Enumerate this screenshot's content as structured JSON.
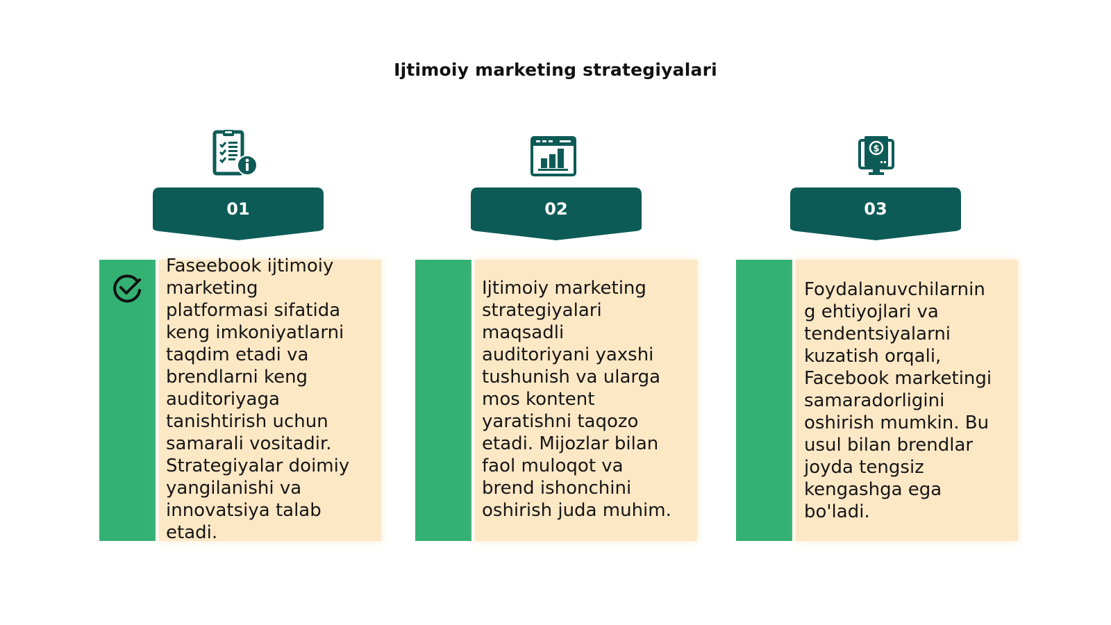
{
  "title": "Ijtimoiy marketing strategiyalari",
  "colors": {
    "badge": "#0d5b57",
    "bar": "#33b173",
    "panel": "#fde8c6",
    "text": "#151515"
  },
  "steps": [
    {
      "number": "01",
      "icon": "clipboard-checklist-info-icon",
      "has_check": true,
      "check_icon": "check-circle-icon",
      "text": "Faseebook ijtimoiy\nmarketing\nplatformasi sifatida\nkeng imkoniyatlarni\ntaqdim etadi va\nbrendlarni keng\nauditoriyaga\ntanishtirish uchun\nsamarali vositadir.\nStrategiyalar doimiy\nyangilanishi va\ninnovatsiya talab\netadi."
    },
    {
      "number": "02",
      "icon": "browser-bar-chart-icon",
      "has_check": false,
      "text": "Ijtimoiy marketing\nstrategiyalari\nmaqsadli\nauditoriyani yaxshi\ntushunish va ularga\nmos kontent\nyaratishni taqozo\netadi. Mijozlar bilan\nfaol muloqot va\nbrend ishonchini\noshirish juda muhim."
    },
    {
      "number": "03",
      "icon": "monitor-dollar-icon",
      "has_check": false,
      "text": "Foydalanuvchilarnin\ng ehtiyojlari va\ntendentsiyalarni\nkuzatish orqali,\nFacebook marketingi\nsamaradorligini\noshirish mumkin. Bu\nusul bilan brendlar\njoyda tengsiz\nkengashga ega\nbo'ladi."
    }
  ]
}
